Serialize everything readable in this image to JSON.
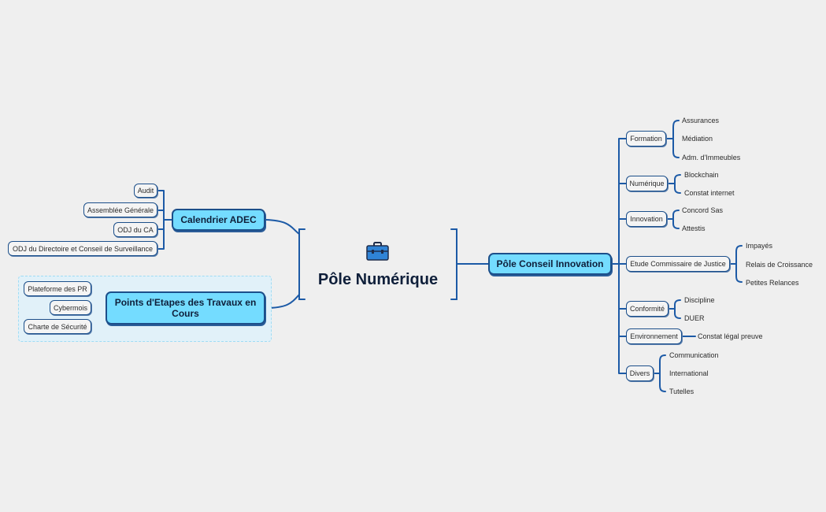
{
  "central": {
    "title": "Pôle Numérique",
    "icon": "briefcase-icon"
  },
  "colors": {
    "line": "#1c5aa6",
    "main_fill": "#74dcff",
    "border": "#1c4f8a",
    "highlight": "#e1f1f9"
  },
  "left": {
    "calendrier": {
      "label": "Calendrier ADEC",
      "children": [
        "Audit",
        "Assemblée Générale",
        "ODJ du CA",
        "ODJ du Directoire et Conseil de Surveillance"
      ]
    },
    "points": {
      "label": "Points d'Etapes des Travaux en Cours",
      "children": [
        "Plateforme des PR",
        "Cybermois",
        "Charte de Sécurité"
      ]
    }
  },
  "right": {
    "label": "Pôle Conseil Innovation",
    "formation": {
      "label": "Formation",
      "children": [
        "Assurances",
        "Médiation",
        "Adm. d'Immeubles"
      ]
    },
    "numerique": {
      "label": "Numérique",
      "children": [
        "Blockchain",
        "Constat internet"
      ]
    },
    "innovation": {
      "label": "Innovation",
      "children": [
        "Concord Sas",
        "Attestis"
      ]
    },
    "etude": {
      "label": "Etude Commissaire de Justice",
      "children": [
        "Impayés",
        "Relais de Croissance",
        "Petites Relances"
      ]
    },
    "conformite": {
      "label": "Conformité",
      "children": [
        "Discipline",
        "DUER"
      ]
    },
    "environnement": {
      "label": "Environnement",
      "children": [
        "Constat légal preuve"
      ]
    },
    "divers": {
      "label": "Divers",
      "children": [
        "Communication",
        "International",
        "Tutelles"
      ]
    }
  }
}
